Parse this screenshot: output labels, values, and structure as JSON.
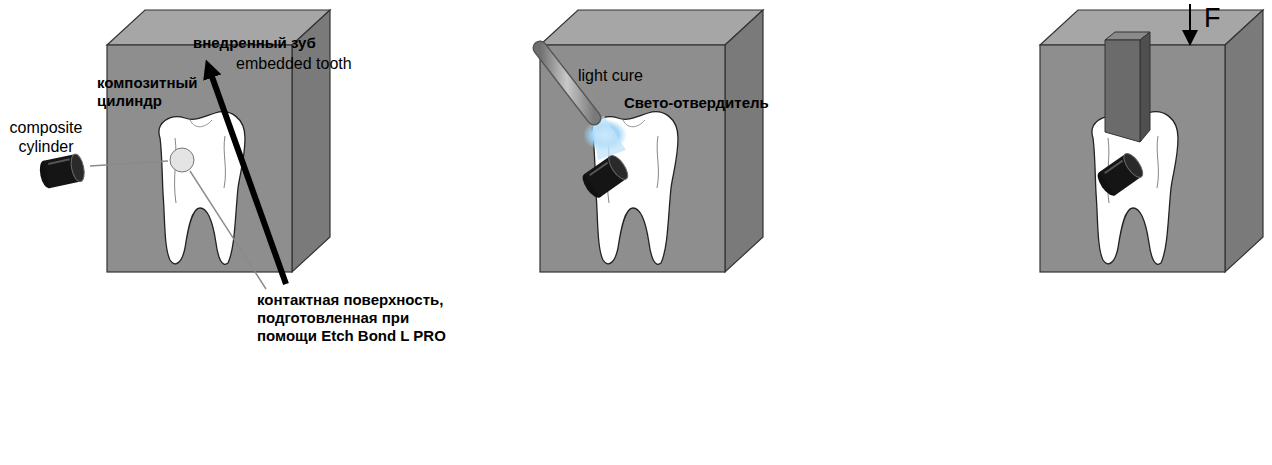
{
  "diagram": {
    "labels": [
      "композитный цилиндр",
      "composite cylinder",
      "внедренный зуб",
      "embedded tooth",
      "контактная поверхность, подготовленная при помощи Etch Bond L PRO",
      "light cure",
      "Свето-отвердитель",
      "F"
    ]
  }
}
